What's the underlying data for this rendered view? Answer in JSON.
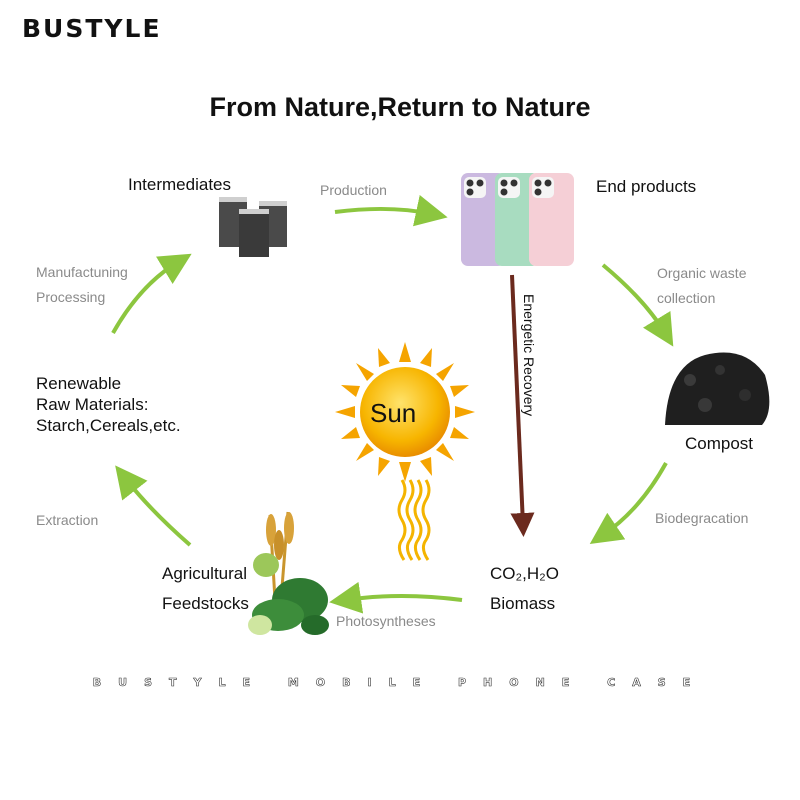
{
  "brand": "BUSTYLE",
  "title": "From Nature,Return to Nature",
  "footer": "BUSTYLE MOBILE PHONE CASE",
  "nodes": {
    "intermediates": "Intermediates",
    "end_products": "End products",
    "compost": "Compost",
    "co2_line1": "CO₂,H₂O",
    "co2_line2": "Biomass",
    "agri_line1": "Agricultural",
    "agri_line2": "Feedstocks",
    "raw_line1": "Renewable",
    "raw_line2": "Raw Materials:",
    "raw_line3": "Starch,Cereals,etc.",
    "sun": "Sun"
  },
  "processes": {
    "production": "Production",
    "organic_line1": "Organic waste",
    "organic_line2": "collection",
    "biodegradation": "Biodegracation",
    "photosyntheses": "Photosyntheses",
    "extraction": "Extraction",
    "manuf_line1": "Manufactuning",
    "manuf_line2": "Processing",
    "energetic": "Energetic Recovery"
  },
  "colors": {
    "arrow_green": "#8cc63f",
    "arrow_brown": "#6b2a1e",
    "sun": "#f7b500",
    "label_grey": "#8a8a8a"
  }
}
